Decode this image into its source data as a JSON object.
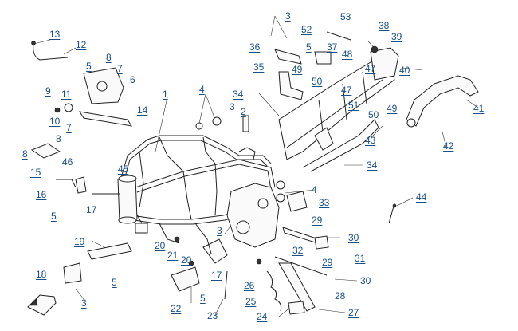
{
  "diagram": {
    "callouts": [
      {
        "id": "13",
        "label": "13"
      },
      {
        "id": "12",
        "label": "12"
      },
      {
        "id": "5a",
        "label": "5"
      },
      {
        "id": "8a",
        "label": "8"
      },
      {
        "id": "7a",
        "label": "7"
      },
      {
        "id": "6",
        "label": "6"
      },
      {
        "id": "9",
        "label": "9"
      },
      {
        "id": "11",
        "label": "11"
      },
      {
        "id": "10",
        "label": "10"
      },
      {
        "id": "14",
        "label": "14"
      },
      {
        "id": "7b",
        "label": "7"
      },
      {
        "id": "8b",
        "label": "8"
      },
      {
        "id": "8c",
        "label": "8"
      },
      {
        "id": "15",
        "label": "15"
      },
      {
        "id": "46",
        "label": "46"
      },
      {
        "id": "45",
        "label": "45"
      },
      {
        "id": "16",
        "label": "16"
      },
      {
        "id": "17a",
        "label": "17"
      },
      {
        "id": "5b",
        "label": "5"
      },
      {
        "id": "1",
        "label": "1"
      },
      {
        "id": "4a",
        "label": "4"
      },
      {
        "id": "34a",
        "label": "34"
      },
      {
        "id": "3a",
        "label": "3"
      },
      {
        "id": "2",
        "label": "2"
      },
      {
        "id": "36",
        "label": "36"
      },
      {
        "id": "35",
        "label": "35"
      },
      {
        "id": "3b",
        "label": "3"
      },
      {
        "id": "52",
        "label": "52"
      },
      {
        "id": "53",
        "label": "53"
      },
      {
        "id": "5c",
        "label": "5"
      },
      {
        "id": "37",
        "label": "37"
      },
      {
        "id": "38",
        "label": "38"
      },
      {
        "id": "39",
        "label": "39"
      },
      {
        "id": "48",
        "label": "48"
      },
      {
        "id": "49a",
        "label": "49"
      },
      {
        "id": "50a",
        "label": "50"
      },
      {
        "id": "47a",
        "label": "47"
      },
      {
        "id": "40",
        "label": "40"
      },
      {
        "id": "47b",
        "label": "47"
      },
      {
        "id": "51",
        "label": "51"
      },
      {
        "id": "41",
        "label": "41"
      },
      {
        "id": "49b",
        "label": "49"
      },
      {
        "id": "50b",
        "label": "50"
      },
      {
        "id": "43",
        "label": "43"
      },
      {
        "id": "42",
        "label": "42"
      },
      {
        "id": "34b",
        "label": "34"
      },
      {
        "id": "4b",
        "label": "4"
      },
      {
        "id": "33",
        "label": "33"
      },
      {
        "id": "44",
        "label": "44"
      },
      {
        "id": "29a",
        "label": "29"
      },
      {
        "id": "30a",
        "label": "30"
      },
      {
        "id": "3c",
        "label": "3"
      },
      {
        "id": "32",
        "label": "32"
      },
      {
        "id": "31",
        "label": "31"
      },
      {
        "id": "29b",
        "label": "29"
      },
      {
        "id": "30b",
        "label": "30"
      },
      {
        "id": "19",
        "label": "19"
      },
      {
        "id": "20a",
        "label": "20"
      },
      {
        "id": "21",
        "label": "21"
      },
      {
        "id": "20b",
        "label": "20"
      },
      {
        "id": "18",
        "label": "18"
      },
      {
        "id": "5d",
        "label": "5"
      },
      {
        "id": "3d",
        "label": "3"
      },
      {
        "id": "17b",
        "label": "17"
      },
      {
        "id": "22",
        "label": "22"
      },
      {
        "id": "5e",
        "label": "5"
      },
      {
        "id": "23",
        "label": "23"
      },
      {
        "id": "26",
        "label": "26"
      },
      {
        "id": "25",
        "label": "25"
      },
      {
        "id": "28",
        "label": "28"
      },
      {
        "id": "24",
        "label": "24"
      },
      {
        "id": "27",
        "label": "27"
      }
    ]
  },
  "colors": {
    "callout": "#1a4f8a",
    "line": "#222222",
    "background": "#ffffff"
  },
  "icons": {
    "orientation": "front-arrow-icon"
  }
}
